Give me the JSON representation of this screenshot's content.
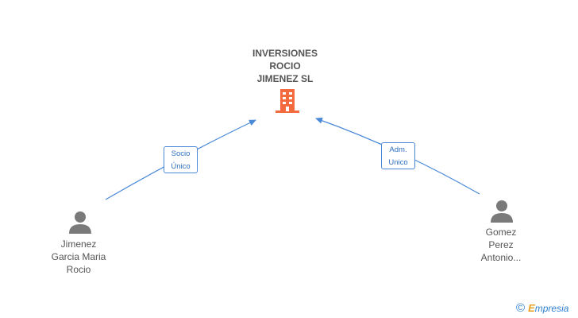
{
  "company": {
    "name_lines": [
      "INVERSIONES",
      "ROCIO",
      "JIMENEZ SL"
    ],
    "icon": "building-icon",
    "color": "#f26a3d"
  },
  "persons": [
    {
      "name_lines": [
        "Jimenez",
        "Garcia Maria",
        "Rocio"
      ],
      "icon": "person-icon",
      "role_lines": [
        "Socio",
        "Único"
      ]
    },
    {
      "name_lines": [
        "Gomez",
        "Perez",
        "Antonio..."
      ],
      "icon": "person-icon",
      "role_lines": [
        "Adm.",
        "Unico"
      ]
    }
  ],
  "edge_color": "#4a88d8",
  "brand": {
    "copyright_symbol": "©",
    "first_letter": "E",
    "rest": "mpresia"
  }
}
